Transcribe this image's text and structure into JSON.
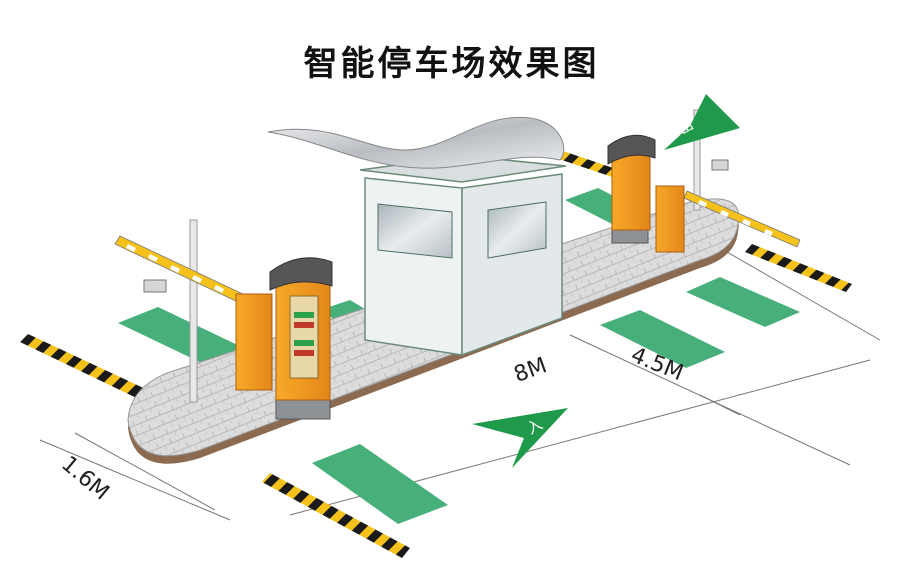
{
  "title": "智能停车场效果图",
  "dimensions": {
    "lane_length": "8M",
    "lane_offset": "4.5M",
    "island_width": "1.6M"
  },
  "signs": {
    "entry": "入",
    "exit": "出"
  },
  "colors": {
    "lane_marking": "#47b07a",
    "arrow_green": "#1f9a4a",
    "ticket_machine": "#f39a1f",
    "hazard_black": "#1a1a1a",
    "hazard_yellow": "#f4c21a",
    "island_tile": "#d9d9d9",
    "booth_wall": "#e9eef0",
    "canopy": "#d7dadd"
  },
  "icons": [
    "entry-arrow-icon",
    "exit-arrow-icon",
    "camera-icon"
  ]
}
